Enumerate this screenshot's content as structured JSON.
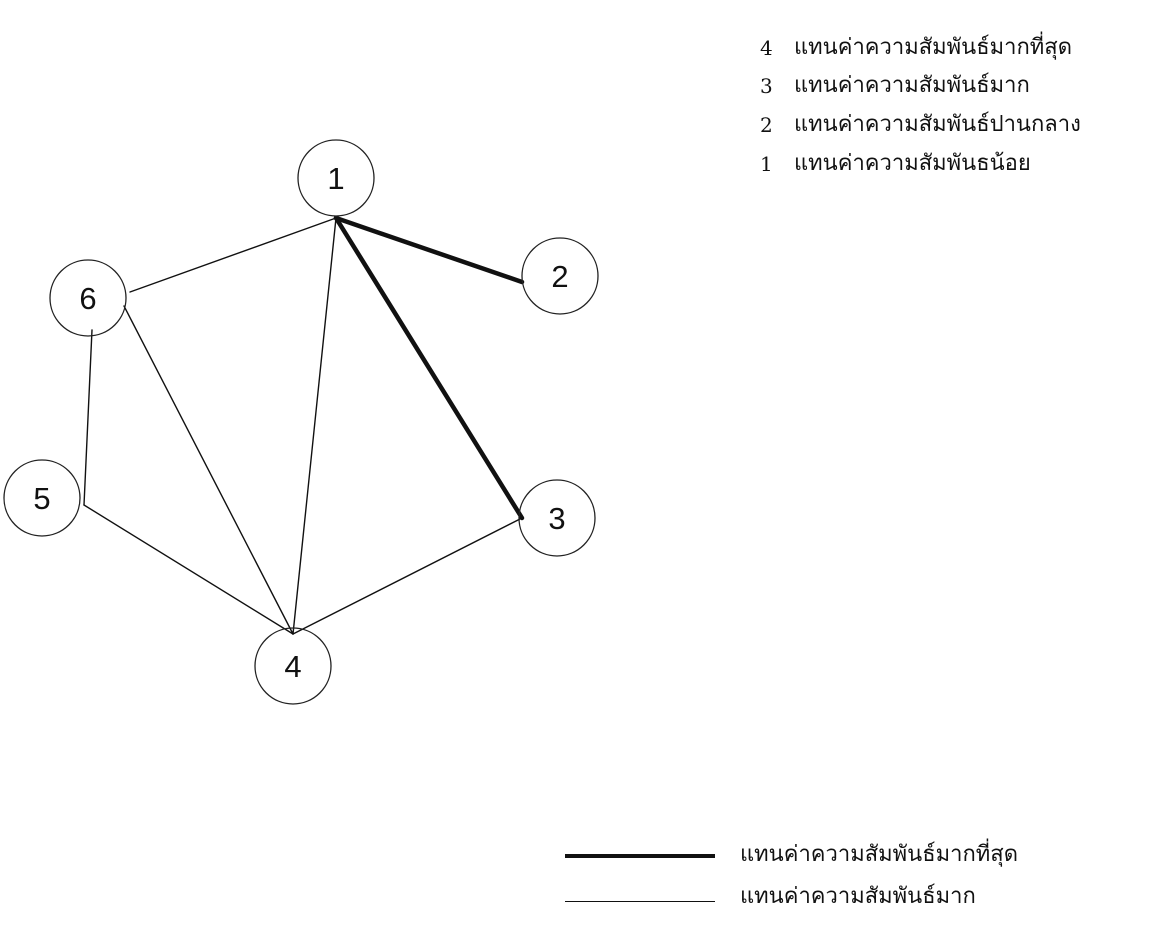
{
  "diagram": {
    "nodes": [
      {
        "id": "1",
        "label": "1"
      },
      {
        "id": "2",
        "label": "2"
      },
      {
        "id": "3",
        "label": "3"
      },
      {
        "id": "4",
        "label": "4"
      },
      {
        "id": "5",
        "label": "5"
      },
      {
        "id": "6",
        "label": "6"
      }
    ],
    "edges": [
      {
        "from": "1",
        "to": "2",
        "weight": 4
      },
      {
        "from": "1",
        "to": "3",
        "weight": 4
      },
      {
        "from": "1",
        "to": "4",
        "weight": 3
      },
      {
        "from": "1",
        "to": "6",
        "weight": 3
      },
      {
        "from": "6",
        "to": "4",
        "weight": 3
      },
      {
        "from": "6",
        "to": "5",
        "weight": 3
      },
      {
        "from": "5",
        "to": "4",
        "weight": 3
      },
      {
        "from": "3",
        "to": "4",
        "weight": 3
      }
    ]
  },
  "legend_top": [
    {
      "num": "4",
      "text": "แทนค่าความสัมพันธ์มากที่สุด"
    },
    {
      "num": "3",
      "text": "แทนค่าความสัมพันธ์มาก"
    },
    {
      "num": "2",
      "text": "แทนค่าความสัมพันธ์ปานกลาง"
    },
    {
      "num": "1",
      "text": "แทนค่าความสัมพันธน้อย"
    }
  ],
  "legend_bottom": [
    {
      "line": "thick",
      "text": "แทนค่าความสัมพันธ์มากที่สุด"
    },
    {
      "line": "thin",
      "text": "แทนค่าความสัมพันธ์มาก"
    }
  ],
  "colors": {
    "stroke": "#111111",
    "node_border": "#222222",
    "background": "#ffffff"
  }
}
